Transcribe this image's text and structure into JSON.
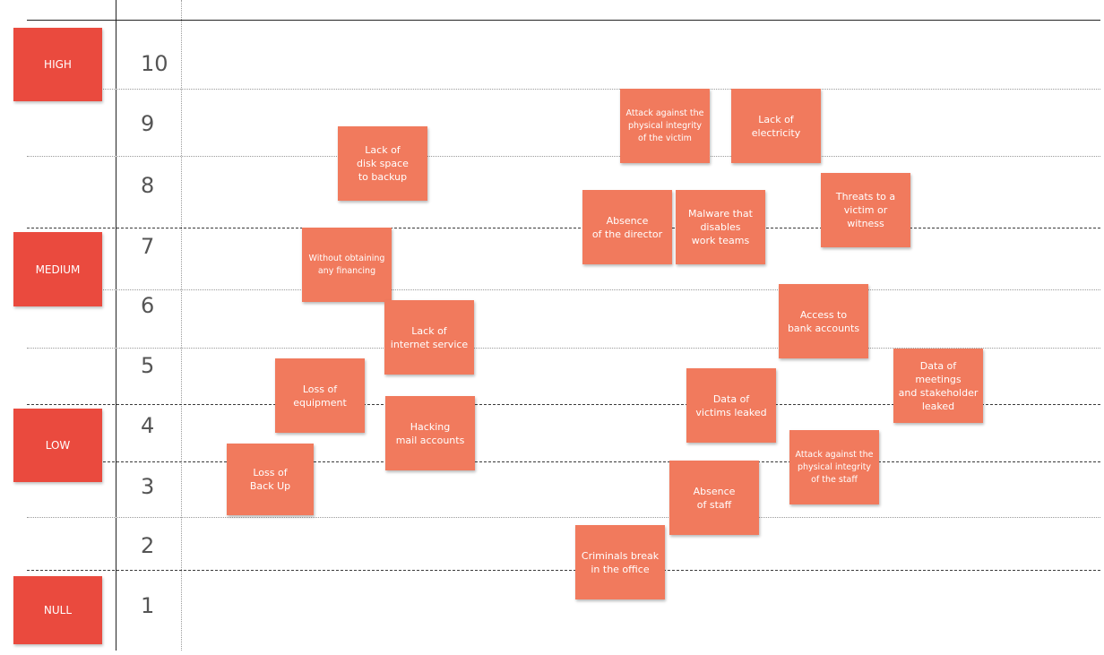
{
  "levels": {
    "high": "HIGH",
    "medium": "MEDIUM",
    "low": "LOW",
    "null": "NULL"
  },
  "scale": [
    "10",
    "9",
    "8",
    "7",
    "6",
    "5",
    "4",
    "3",
    "2",
    "1"
  ],
  "notes": {
    "attack_victim": "Attack against the\nphysical integrity\nof the victim",
    "lack_electricity": "Lack of\nelectricity",
    "lack_disk": "Lack of\ndisk space\nto backup",
    "absence_director": "Absence\nof the director",
    "malware": "Malware that\ndisables\nwork teams",
    "threats": "Threats to a\nvictim or witness",
    "no_financing": "Without obtaining\nany financing",
    "access_bank": "Access to\nbank accounts",
    "lack_internet": "Lack of\ninternet service",
    "data_meetings": "Data of\nmeetings\nand stakeholder\nleaked",
    "loss_equipment": "Loss of\nequipment",
    "data_victims": "Data of\nvictims leaked",
    "hacking_mail": "Hacking\nmail accounts",
    "attack_staff": "Attack against the\nphysical integrity\nof the staff",
    "loss_backup": "Loss of\nBack Up",
    "absence_staff": "Absence\nof staff",
    "criminals": "Criminals break\nin the office"
  }
}
